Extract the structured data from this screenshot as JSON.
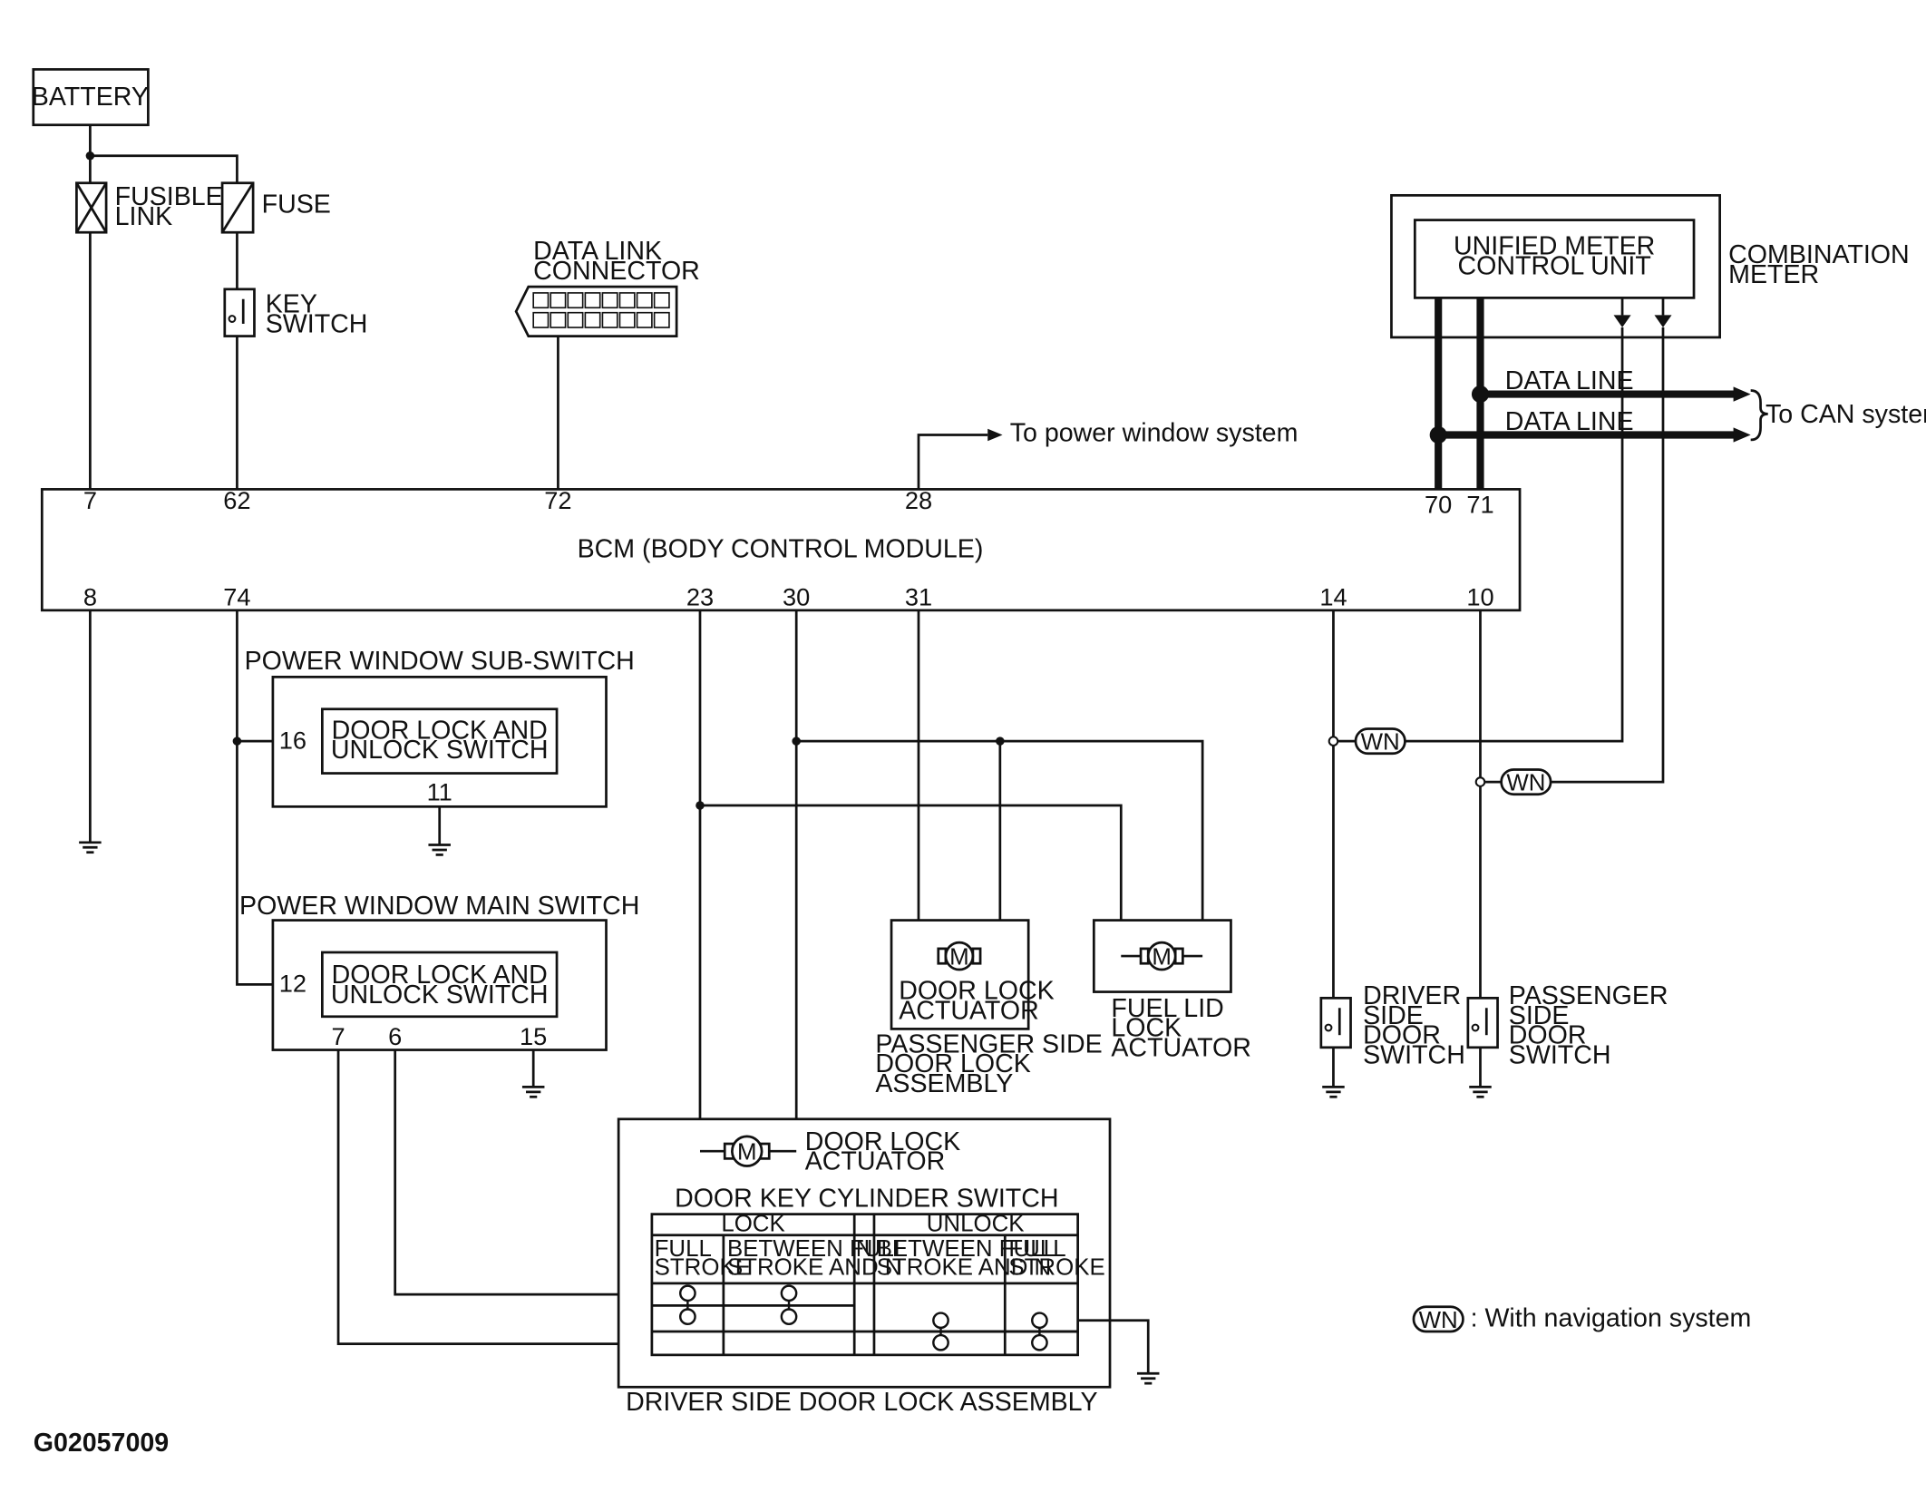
{
  "labels": {
    "battery": "BATTERY",
    "fusible_link": "FUSIBLE LINK",
    "fuse": "FUSE",
    "key_switch": "KEY SWITCH",
    "data_link_connector": "DATA LINK CONNECTOR",
    "to_power_window": "To power window system",
    "unified_meter": "UNIFIED METER CONTROL UNIT",
    "combination_meter": "COMBINATION METER",
    "data_line": "DATA LINE",
    "to_can": "To CAN system",
    "bcm": "BCM (BODY CONTROL MODULE)",
    "pw_sub_switch": "POWER WINDOW SUB-SWITCH",
    "pw_main_switch": "POWER WINDOW MAIN SWITCH",
    "door_lock_unlock_switch": "DOOR LOCK AND UNLOCK SWITCH",
    "door_lock_actuator": "DOOR LOCK ACTUATOR",
    "passenger_door_lock_assembly": "PASSENGER SIDE DOOR LOCK ASSEMBLY",
    "fuel_lid_actuator": "FUEL LID LOCK ACTUATOR",
    "driver_door_switch": "DRIVER SIDE DOOR SWITCH",
    "passenger_door_switch": "PASSENGER SIDE DOOR SWITCH",
    "door_key_cylinder_switch": "DOOR KEY CYLINDER SWITCH",
    "driver_door_lock_assembly": "DRIVER SIDE DOOR LOCK ASSEMBLY",
    "wn": "WN",
    "wn_legend": ": With navigation system",
    "motor": "M",
    "figure_id": "G02057009"
  },
  "bcm_pins_top": [
    "7",
    "62",
    "72",
    "28",
    "70",
    "71"
  ],
  "bcm_pins_bottom": [
    "8",
    "74",
    "23",
    "30",
    "31",
    "14",
    "10"
  ],
  "sub_switch_pins": [
    "16",
    "11"
  ],
  "main_switch_pins": [
    "12",
    "7",
    "6",
    "15"
  ],
  "cylinder_table": {
    "lock": "LOCK",
    "n": "N",
    "unlock": "UNLOCK",
    "columns": [
      "FULL STROKE",
      "BETWEEN FULL STROKE AND N",
      "BETWEEN FULL STROKE AND N",
      "FULL STROKE"
    ]
  }
}
